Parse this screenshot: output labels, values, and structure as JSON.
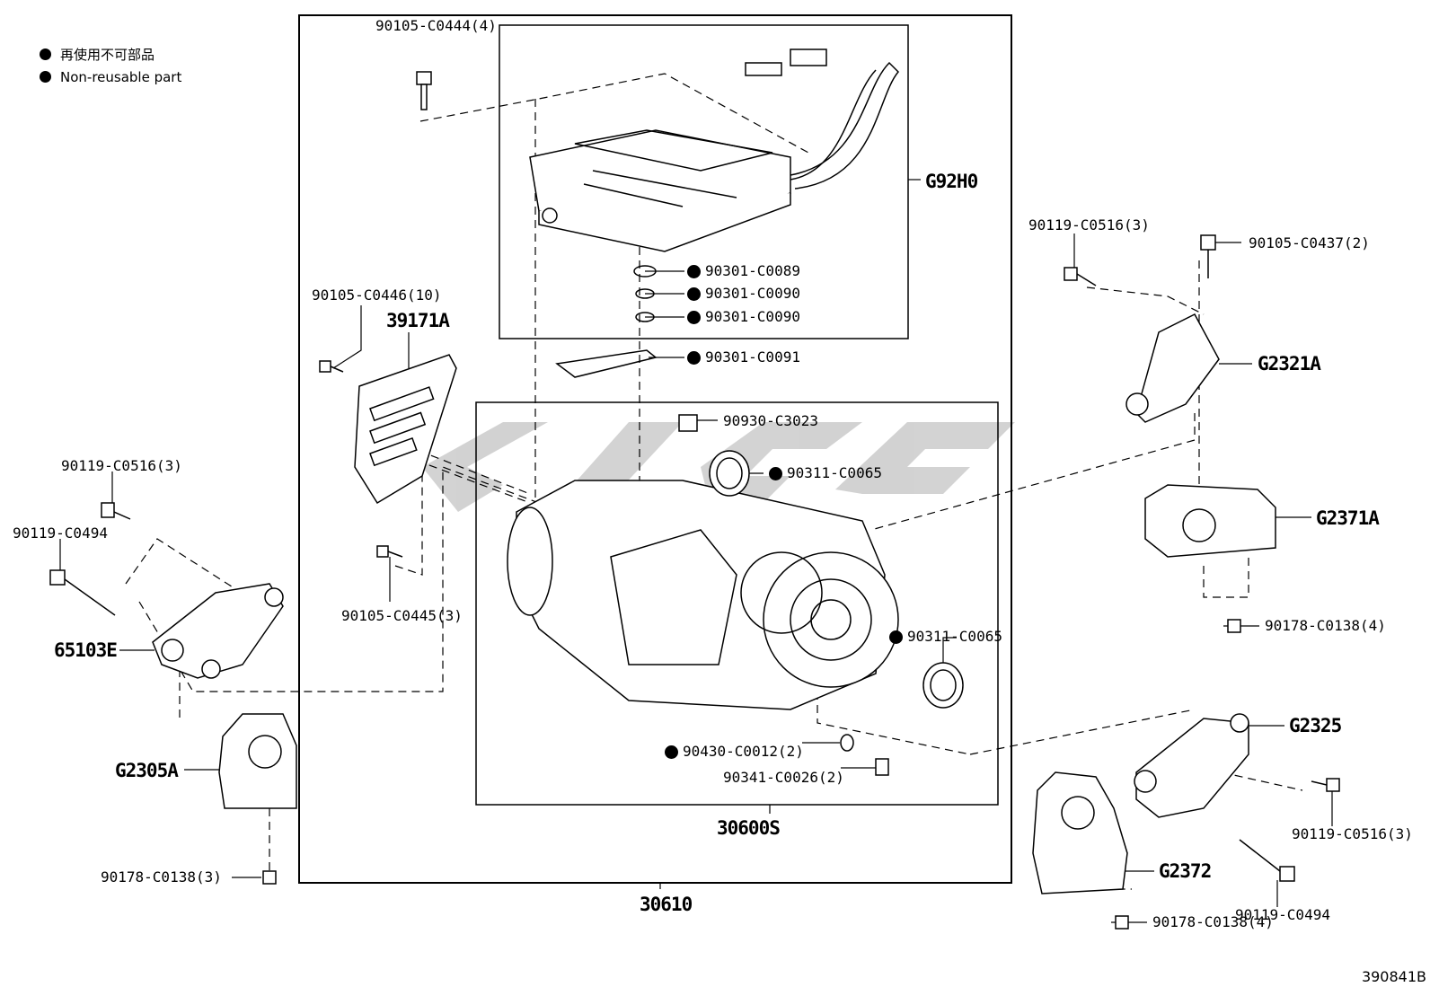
{
  "legend": {
    "items": [
      {
        "label_ja": "再使用不可部品"
      },
      {
        "label_en": "Non-reusable part"
      }
    ]
  },
  "figure_number": "390841B",
  "callouts": {
    "p_90105_C0444": "90105-C0444(4)",
    "p_G92H0": "G92H0",
    "p_90301_C0089": "90301-C0089",
    "p_90301_C0090a": "90301-C0090",
    "p_90301_C0090b": "90301-C0090",
    "p_90301_C0091": "90301-C0091",
    "p_90105_C0446": "90105-C0446(10)",
    "p_39171A": "39171A",
    "p_90930_C3023": "90930-C3023",
    "p_90311_C0065a": "90311-C0065",
    "p_90311_C0065b": "90311-C0065",
    "p_90105_C0445": "90105-C0445(3)",
    "p_90430_C0012": "90430-C0012(2)",
    "p_90341_C0026": "90341-C0026(2)",
    "p_30600S": "30600S",
    "p_30610": "30610",
    "p_90119_C0516_left": "90119-C0516(3)",
    "p_90119_C0494_left": "90119-C0494",
    "p_65103E": "65103E",
    "p_G2305A": "G2305A",
    "p_90178_C0138_left": "90178-C0138(3)",
    "p_90119_C0516_top": "90119-C0516(3)",
    "p_90105_C0437": "90105-C0437(2)",
    "p_G2321A": "G2321A",
    "p_G2371A": "G2371A",
    "p_90178_C0138_right": "90178-C0138(4)",
    "p_G2325": "G2325",
    "p_90119_C0516_right": "90119-C0516(3)",
    "p_G2372": "G2372",
    "p_90119_C0494_right": "90119-C0494",
    "p_90178_C0138_bottom": "90178-C0138(4)"
  }
}
